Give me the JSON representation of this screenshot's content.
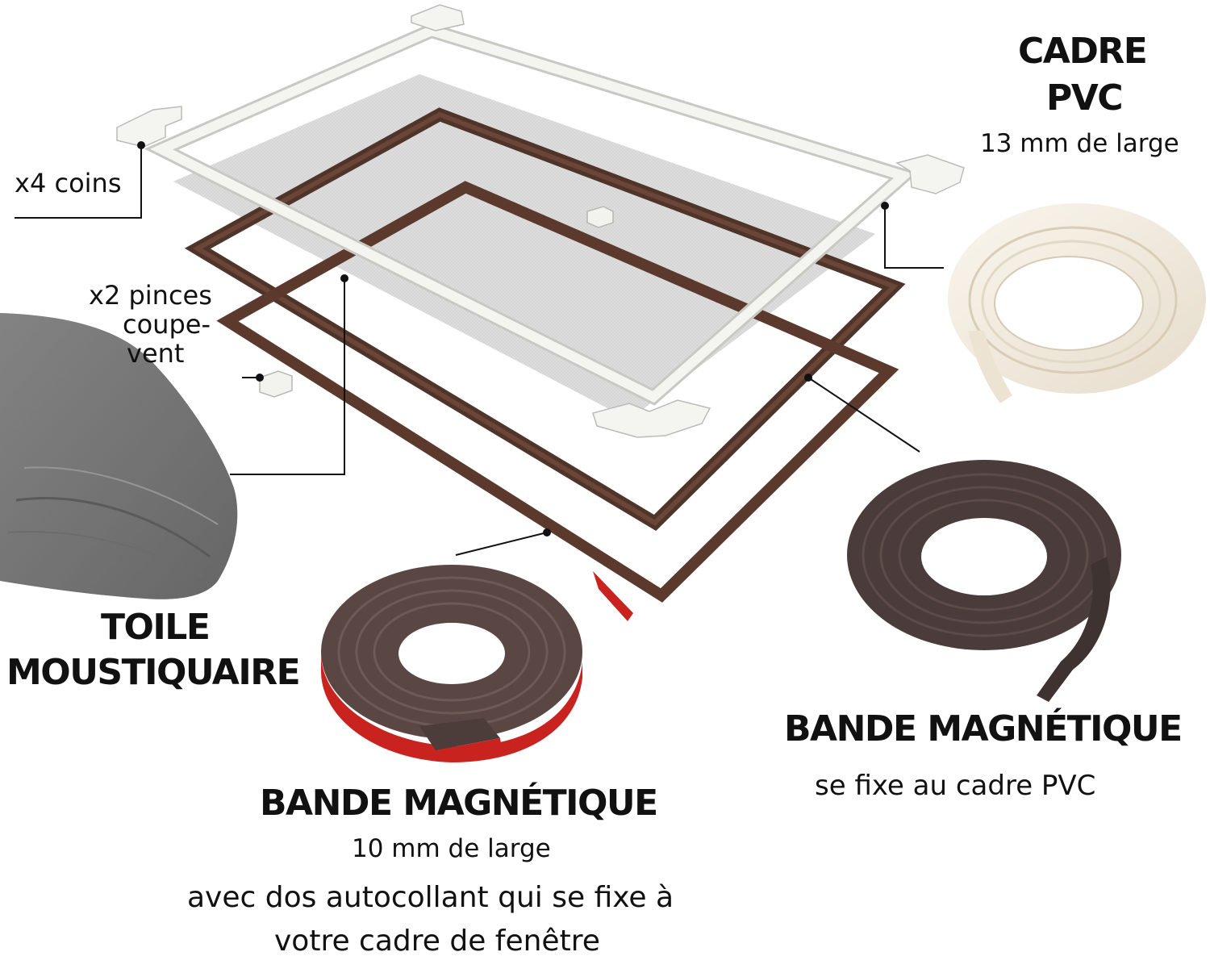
{
  "labels": {
    "cadre_title_line1": "CADRE",
    "cadre_title_line2": "PVC",
    "cadre_width": "13 mm de large",
    "corners": "x4 coins",
    "clips_line1": "x2 pinces",
    "clips_line2": "coupe-",
    "clips_line3": "vent",
    "mesh_line1": "TOILE",
    "mesh_line2": "MOUSTIQUAIRE",
    "mag_right_title": "BANDE MAGNÉTIQUE",
    "mag_right_sub": "se fixe au cadre PVC",
    "mag_bottom_title": "BANDE MAGNÉTIQUE",
    "mag_bottom_width": "10 mm de large",
    "mag_bottom_desc_line1": "avec dos autocollant qui se fixe à",
    "mag_bottom_desc_line2": "votre cadre de fenêtre"
  },
  "colors": {
    "pvc_white": "#f2f2ef",
    "pvc_shadow": "#c9c9c4",
    "mesh_grey": "#d9d9d9",
    "mesh_fabric": "#7d7d7d",
    "magnet_brown": "#5a3a2e",
    "magnet_dark": "#3f2c27",
    "roll_dark": "#4a3c3a",
    "adhesive_red": "#c8231f",
    "cream_roll": "#f3ece0",
    "text": "#111111"
  },
  "icons": [
    "pvc-corner-icon",
    "wind-clip-icon",
    "mesh-roll-icon",
    "magnetic-roll-icon",
    "pvc-roll-icon"
  ]
}
